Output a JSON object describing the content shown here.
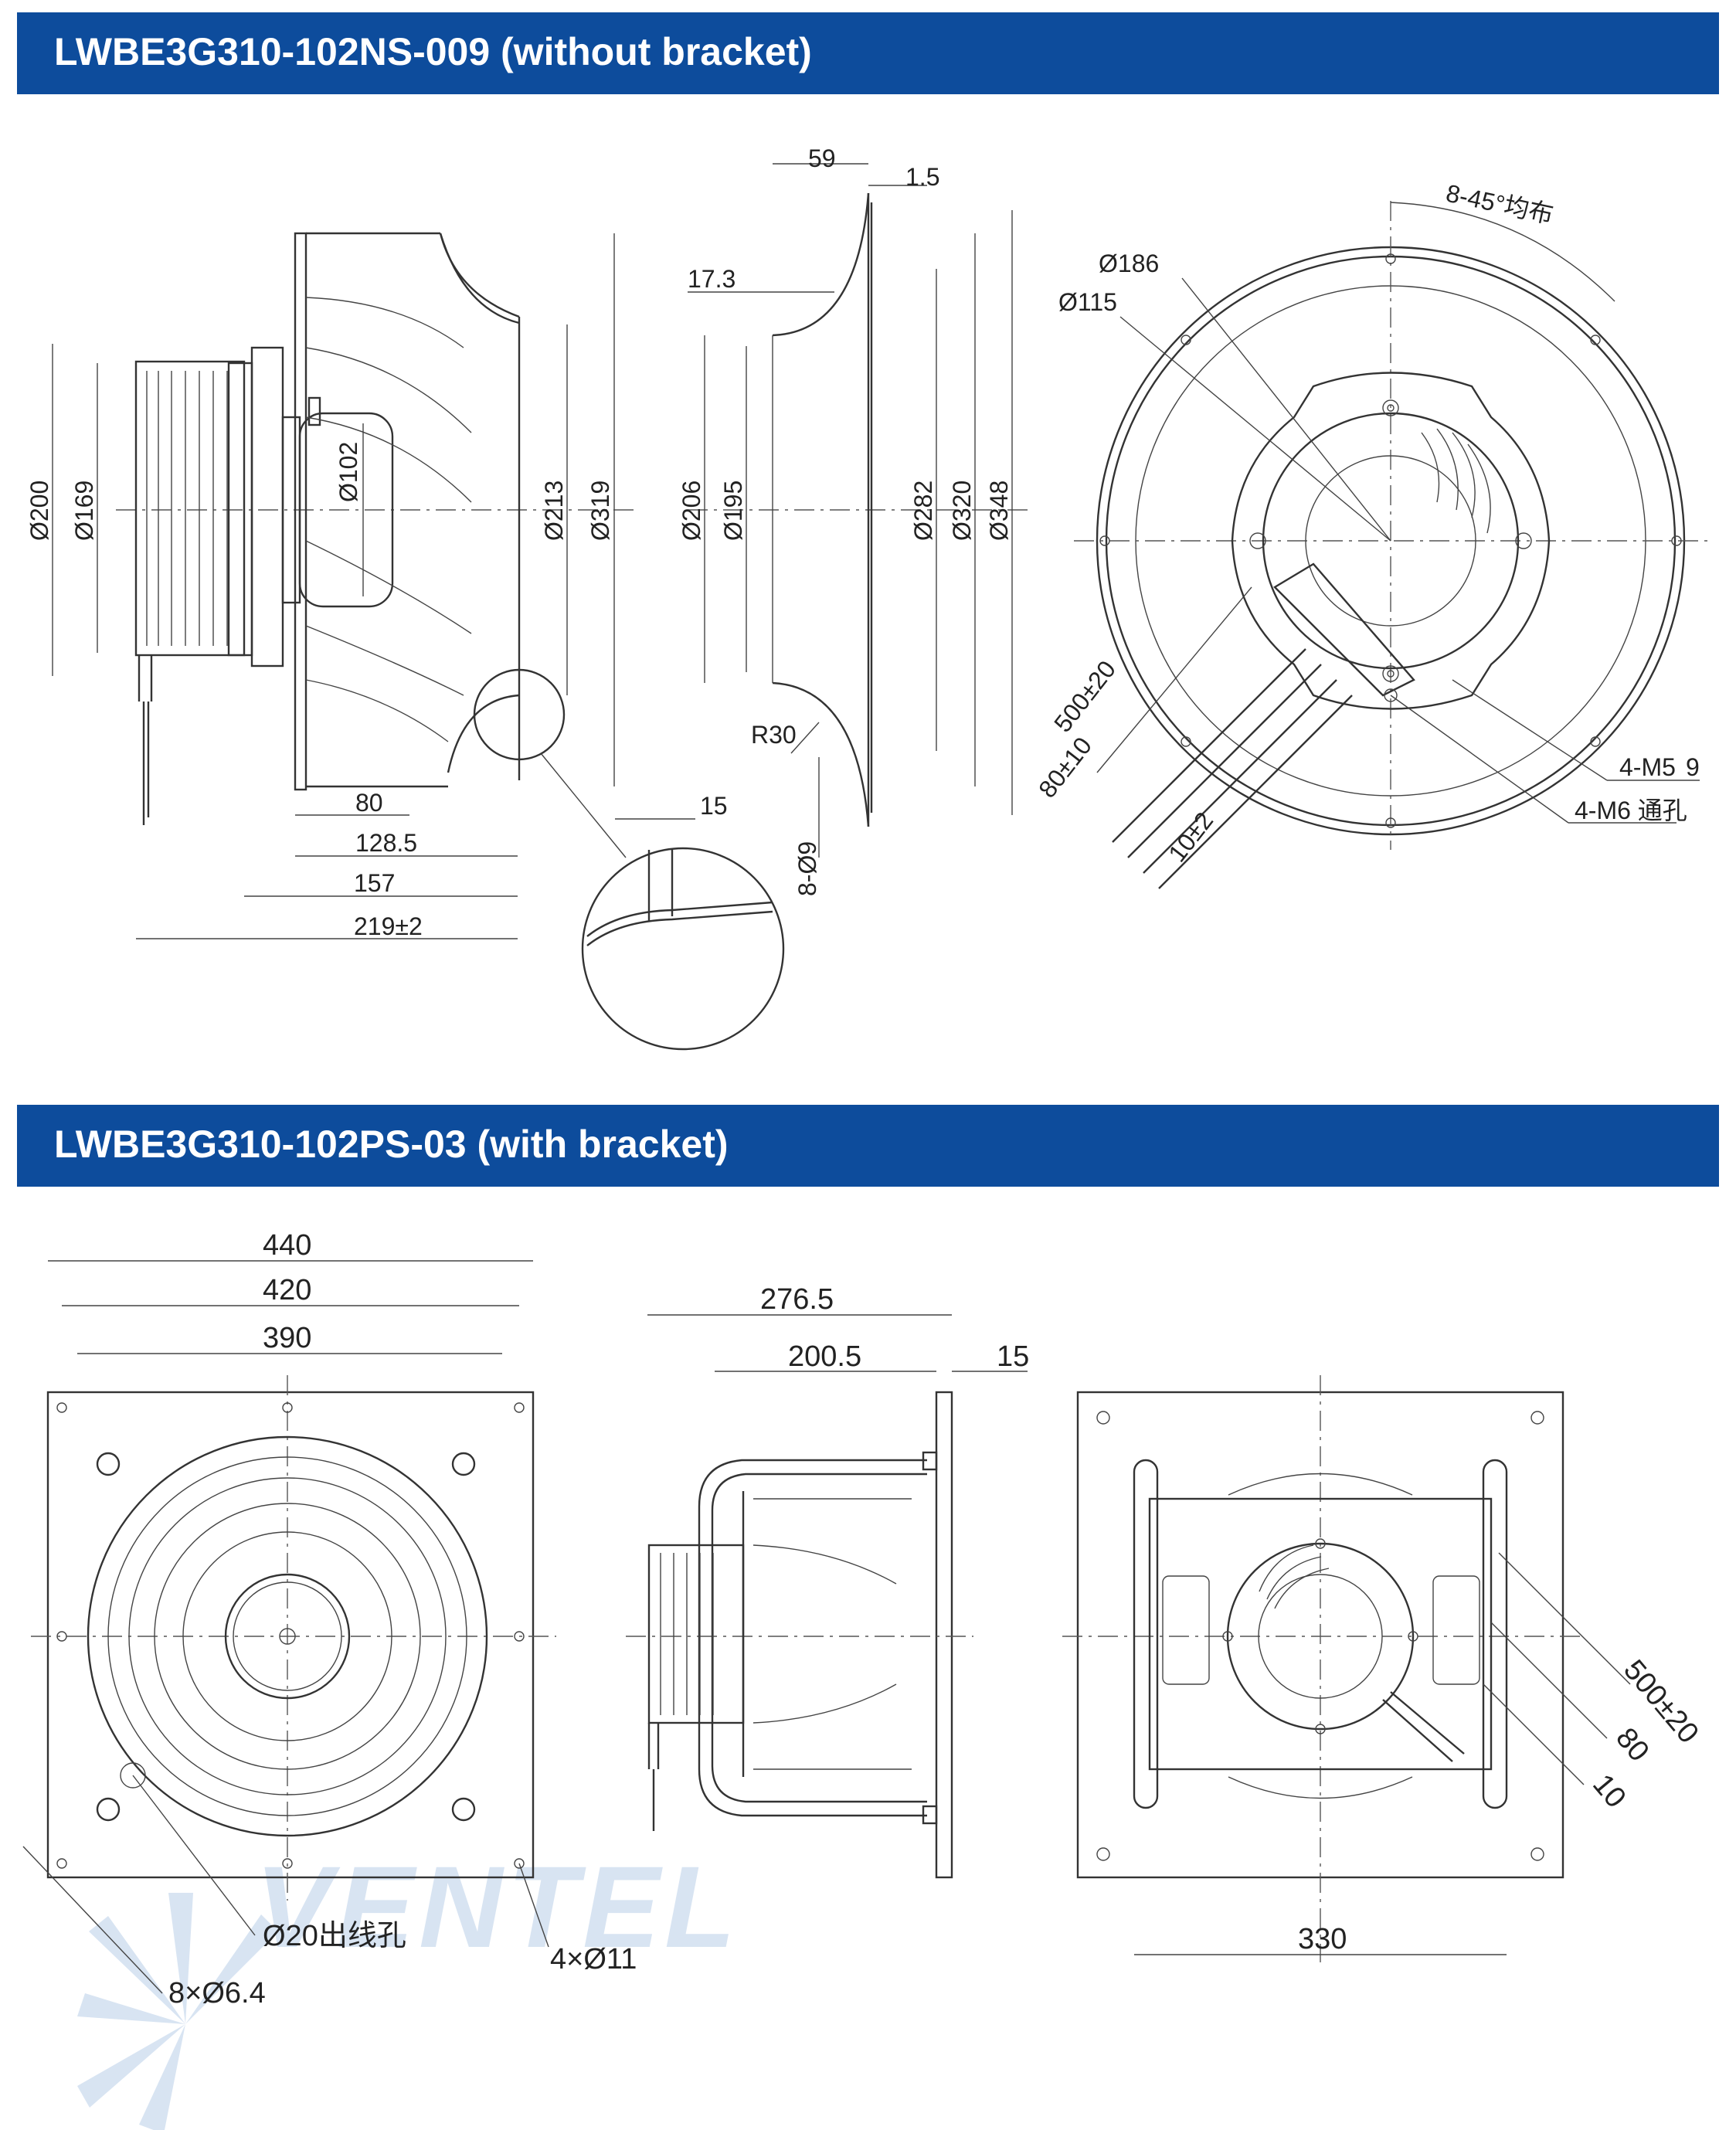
{
  "sections": [
    {
      "title": "LWBE3G310-102NS-009 (without bracket)"
    },
    {
      "title": "LWBE3G310-102PS-03 (with bracket)"
    }
  ],
  "dims_top_side": [
    "Ø200",
    "Ø169",
    "Ø102",
    "Ø213",
    "Ø319",
    "80",
    "128.5",
    "157",
    "219±2",
    "15"
  ],
  "dims_top_section": [
    "59",
    "1.5",
    "17.3",
    "Ø206",
    "Ø195",
    "Ø282",
    "Ø320",
    "Ø348",
    "R30",
    "8-Ø9"
  ],
  "dims_top_front": [
    "8-45°均布",
    "Ø186",
    "Ø115",
    "500±20",
    "80±10",
    "10±2",
    "4-M5",
    "9",
    "4-M6 通孔"
  ],
  "dims_bottom_front": [
    "440",
    "420",
    "390",
    "Ø20出线孔",
    "4×Ø11",
    "8×Ø6.4"
  ],
  "dims_bottom_side": [
    "276.5",
    "200.5",
    "15"
  ],
  "dims_bottom_rear": [
    "500±20",
    "80",
    "10",
    "330"
  ],
  "watermark": "VENTEL",
  "colors": {
    "banner": "#0d4c9c",
    "banner_text": "#ffffff",
    "line": "#333333",
    "watermark": "#d8e4f2"
  }
}
